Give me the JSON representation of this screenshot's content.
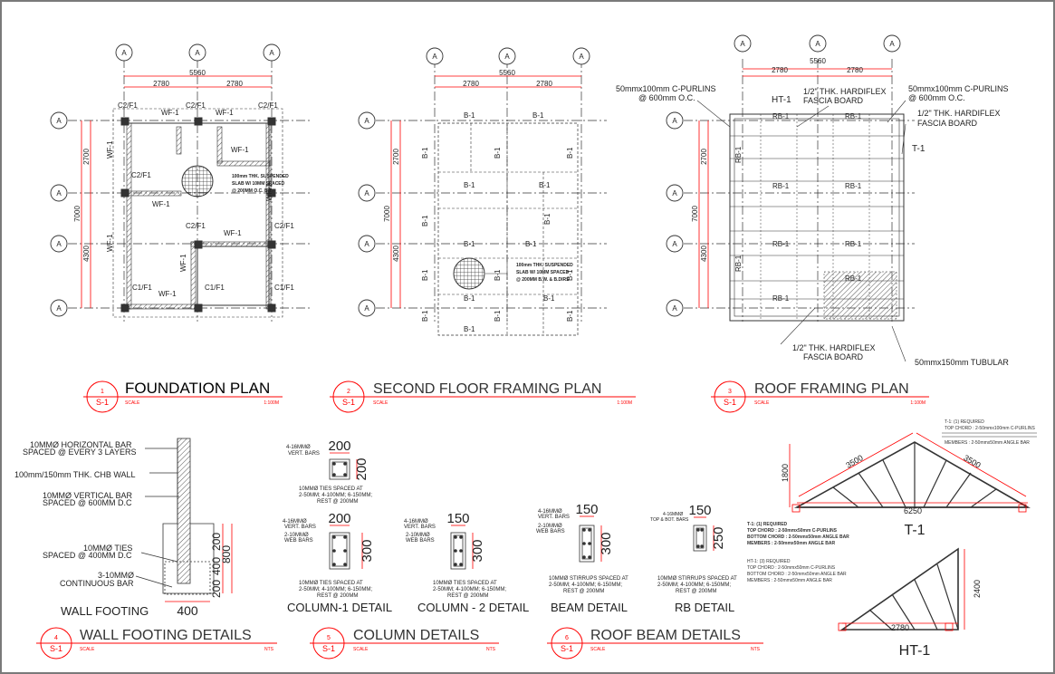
{
  "grid": {
    "bubble": "A"
  },
  "dims": {
    "total": "5560",
    "half_left": "2780",
    "half_right": "2780",
    "overall": "7000",
    "top": "2700",
    "bottom": "4300"
  },
  "foundation": {
    "labels": [
      "C2/F1",
      "WF-1",
      "C2/F1",
      "WF-1",
      "C2/F1",
      "WF-1",
      "WF-1",
      "C2/F1",
      "WF-1",
      "C2/F1",
      "WF-1",
      "C2/F1",
      "WF-1",
      "WF-1",
      "WF-1",
      "C1/F1",
      "WF-1",
      "C1/F1",
      "C1/F1"
    ],
    "slab_note": [
      "100mm THK. SUSPENDED",
      "SLAB W/ 10MM SPACED",
      "@ 200MM O.C. B.T."
    ]
  },
  "second_floor": {
    "beams": [
      "B-1",
      "B-1",
      "B-1",
      "B-1",
      "B-1",
      "B-1",
      "B-1",
      "B-1",
      "B-1",
      "B-1",
      "B-1",
      "B-1",
      "B-1",
      "B-1",
      "B-1",
      "B-1",
      "B-1",
      "B-1",
      "B-1",
      "B-1"
    ],
    "slab_note": [
      "100mm THK. SUSPENDED",
      "SLAB W/ 10MM SPACED",
      "@ 200MM B.W. & B.DIRS"
    ]
  },
  "roof": {
    "tl_note": [
      "50mmx100mm C-PURLINS",
      "@ 600mm O.C."
    ],
    "ht": "HT-1",
    "fascia1": [
      "1/2\" THK. HARDIFLEX",
      "FASCIA BOARD"
    ],
    "tr_note": [
      "50mmx100mm C-PURLINS",
      "@ 600mm O.C."
    ],
    "fascia2": [
      "1/2\" THK. HARDIFLEX",
      "FASCIA BOARD"
    ],
    "t1": "T-1",
    "rb": [
      "RB-1",
      "RB-1",
      "RB-1",
      "RB-1",
      "RB-1",
      "RB-1",
      "RB-1",
      "RB-1",
      "RB-1",
      "RB-1"
    ],
    "fascia3": [
      "1/2\" THK. HARDIFLEX",
      "FASCIA BOARD"
    ],
    "tubular": "50mmx150mm TUBULAR"
  },
  "titles": [
    {
      "num": "1",
      "sheet": "S-1",
      "title": "FOUNDATION PLAN",
      "scale": "SCALE",
      "ratio": "1:100M"
    },
    {
      "num": "2",
      "sheet": "S-1",
      "title": "SECOND FLOOR FRAMING PLAN",
      "scale": "SCALE",
      "ratio": "1:100M"
    },
    {
      "num": "3",
      "sheet": "S-1",
      "title": "ROOF FRAMING PLAN",
      "scale": "SCALE",
      "ratio": "1:100M"
    },
    {
      "num": "4",
      "sheet": "S-1",
      "title": "WALL FOOTING DETAILS",
      "scale": "SCALE",
      "ratio": "NTS"
    },
    {
      "num": "5",
      "sheet": "S-1",
      "title": "COLUMN DETAILS",
      "scale": "SCALE",
      "ratio": "NTS"
    },
    {
      "num": "6",
      "sheet": "S-1",
      "title": "ROOF BEAM DETAILS",
      "scale": "SCALE",
      "ratio": "NTS"
    }
  ],
  "wall_footing": {
    "notes": [
      "10MMØ HORIZONTAL BAR",
      "SPACED @ EVERY 3 LAYERS",
      "100mm/150mm THK. CHB WALL",
      "10MMØ VERTICAL BAR",
      "SPACED @ 600MM D.C",
      "10MMØ TIES",
      "SPACED @ 400MM D.C",
      "3-10MMØ",
      "CONTINUOUS BAR"
    ],
    "dims": [
      "200",
      "400",
      "200",
      "800",
      "400"
    ],
    "caption": "WALL FOOTING"
  },
  "col1": {
    "d1": "200",
    "d2": "200",
    "vert": [
      "4-16MMØ",
      "VERT. BARS"
    ],
    "ties": [
      "10MMØ TIES SPACED AT",
      "2-50MM; 4-100MM; 6-150MM;",
      "REST @ 200MM"
    ],
    "d3": "200",
    "d4": "300",
    "vert2": [
      "4-16MMØ",
      "VERT. BARS"
    ],
    "web": [
      "2-10MMØ",
      "WEB BARS"
    ],
    "ties2": [
      "10MMØ TIES SPACED AT",
      "2-50MM; 4-100MM; 6-150MM;",
      "REST @ 200MM"
    ],
    "caption": "COLUMN-1 DETAIL"
  },
  "col2": {
    "d1": "150",
    "d2": "300",
    "vert": [
      "4-16MMØ",
      "VERT. BARS"
    ],
    "web": [
      "2-10MMØ",
      "WEB BARS"
    ],
    "ties": [
      "10MMØ TIES SPACED AT",
      "2-50MM; 4-100MM; 6-150MM;",
      "REST @ 200MM"
    ],
    "caption": "COLUMN - 2 DETAIL"
  },
  "beam": {
    "d1": "150",
    "d2": "300",
    "vert": [
      "4-16MMØ",
      "VERT. BARS"
    ],
    "web": [
      "2-10MMØ",
      "WEB BARS"
    ],
    "st": [
      "10MMØ STIRRUPS SPACED AT",
      "2-50MM; 4-100MM; 6-150MM;",
      "REST @ 200MM"
    ],
    "caption": "BEAM DETAIL"
  },
  "rb": {
    "d1": "150",
    "d2": "250",
    "bars": [
      "4-16MMØ",
      "TOP & BOT. BARS"
    ],
    "st": [
      "10MMØ STIRRUPS SPACED AT",
      "2-50MM; 4-100MM; 6-150MM;",
      "REST @ 200MM"
    ],
    "caption": "RB DETAIL"
  },
  "truss": {
    "t1_table": [
      "T-1: (1) REQUIRED",
      "TOP CHORD       : 2-50mmx100mm C-PURLINS",
      "MEMBERS         : 2-50mmx50mm ANGLE BAR"
    ],
    "t1_span": "6250",
    "t1_rise": "1800",
    "t1_left": "3500",
    "t1_right": "3500",
    "t1_caption": "T-1",
    "ht1_table": [
      "HT-1: (3) REQUIRED",
      "TOP CHORD     : 2-50mmx50mm C-PURLINS",
      "BOTTOM CHORD  : 2-50mmx50mm ANGLE BAR",
      "MEMBERS       : 2-50mmx50mm ANGLE BAR"
    ],
    "ht1_table_bold": [
      "T-1: (1) REQUIRED",
      "TOP CHORD     : 2-50mmx50mm C-PURLINS",
      "BOTTOM CHORD  : 2-50mmx50mm ANGLE BAR",
      "MEMBERS       : 2-50mmx50mm ANGLE BAR"
    ],
    "ht1_span": "2780",
    "ht1_rise": "2400",
    "ht1_caption": "HT-1"
  }
}
